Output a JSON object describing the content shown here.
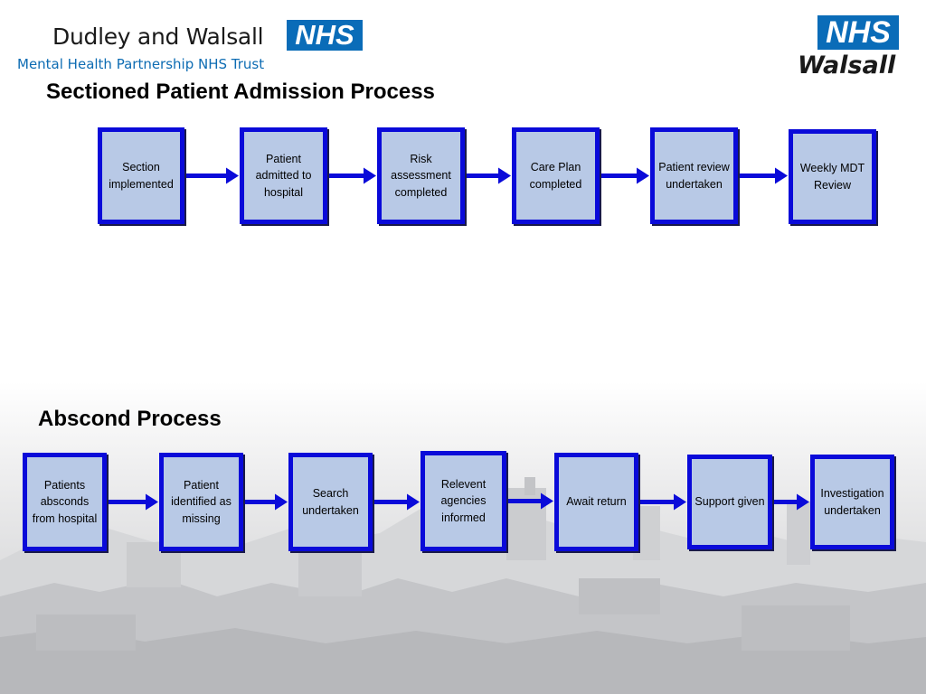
{
  "logos": {
    "left": {
      "organisation": "Dudley and Walsall",
      "subtitle": "Mental Health Partnership NHS Trust",
      "badge": "NHS"
    },
    "right": {
      "badge": "NHS",
      "place": "Walsall"
    }
  },
  "colors": {
    "box_fill": "#b8c9e6",
    "box_border": "#0a0ad9",
    "arrow": "#0a0ad9",
    "nhs_blue": "#0a6cb8"
  },
  "admission": {
    "title": "Sectioned Patient Admission Process",
    "steps": [
      "Section implemented",
      "Patient admitted to hospital",
      "Risk assessment completed",
      "Care Plan completed",
      "Patient review undertaken",
      "Weekly MDT Review"
    ]
  },
  "abscond": {
    "title": "Abscond Process",
    "steps": [
      "Patients absconds from hospital",
      "Patient identified as missing",
      "Search undertaken",
      "Relevent agencies informed",
      "Await return",
      "Support given",
      "Investigation undertaken"
    ]
  }
}
